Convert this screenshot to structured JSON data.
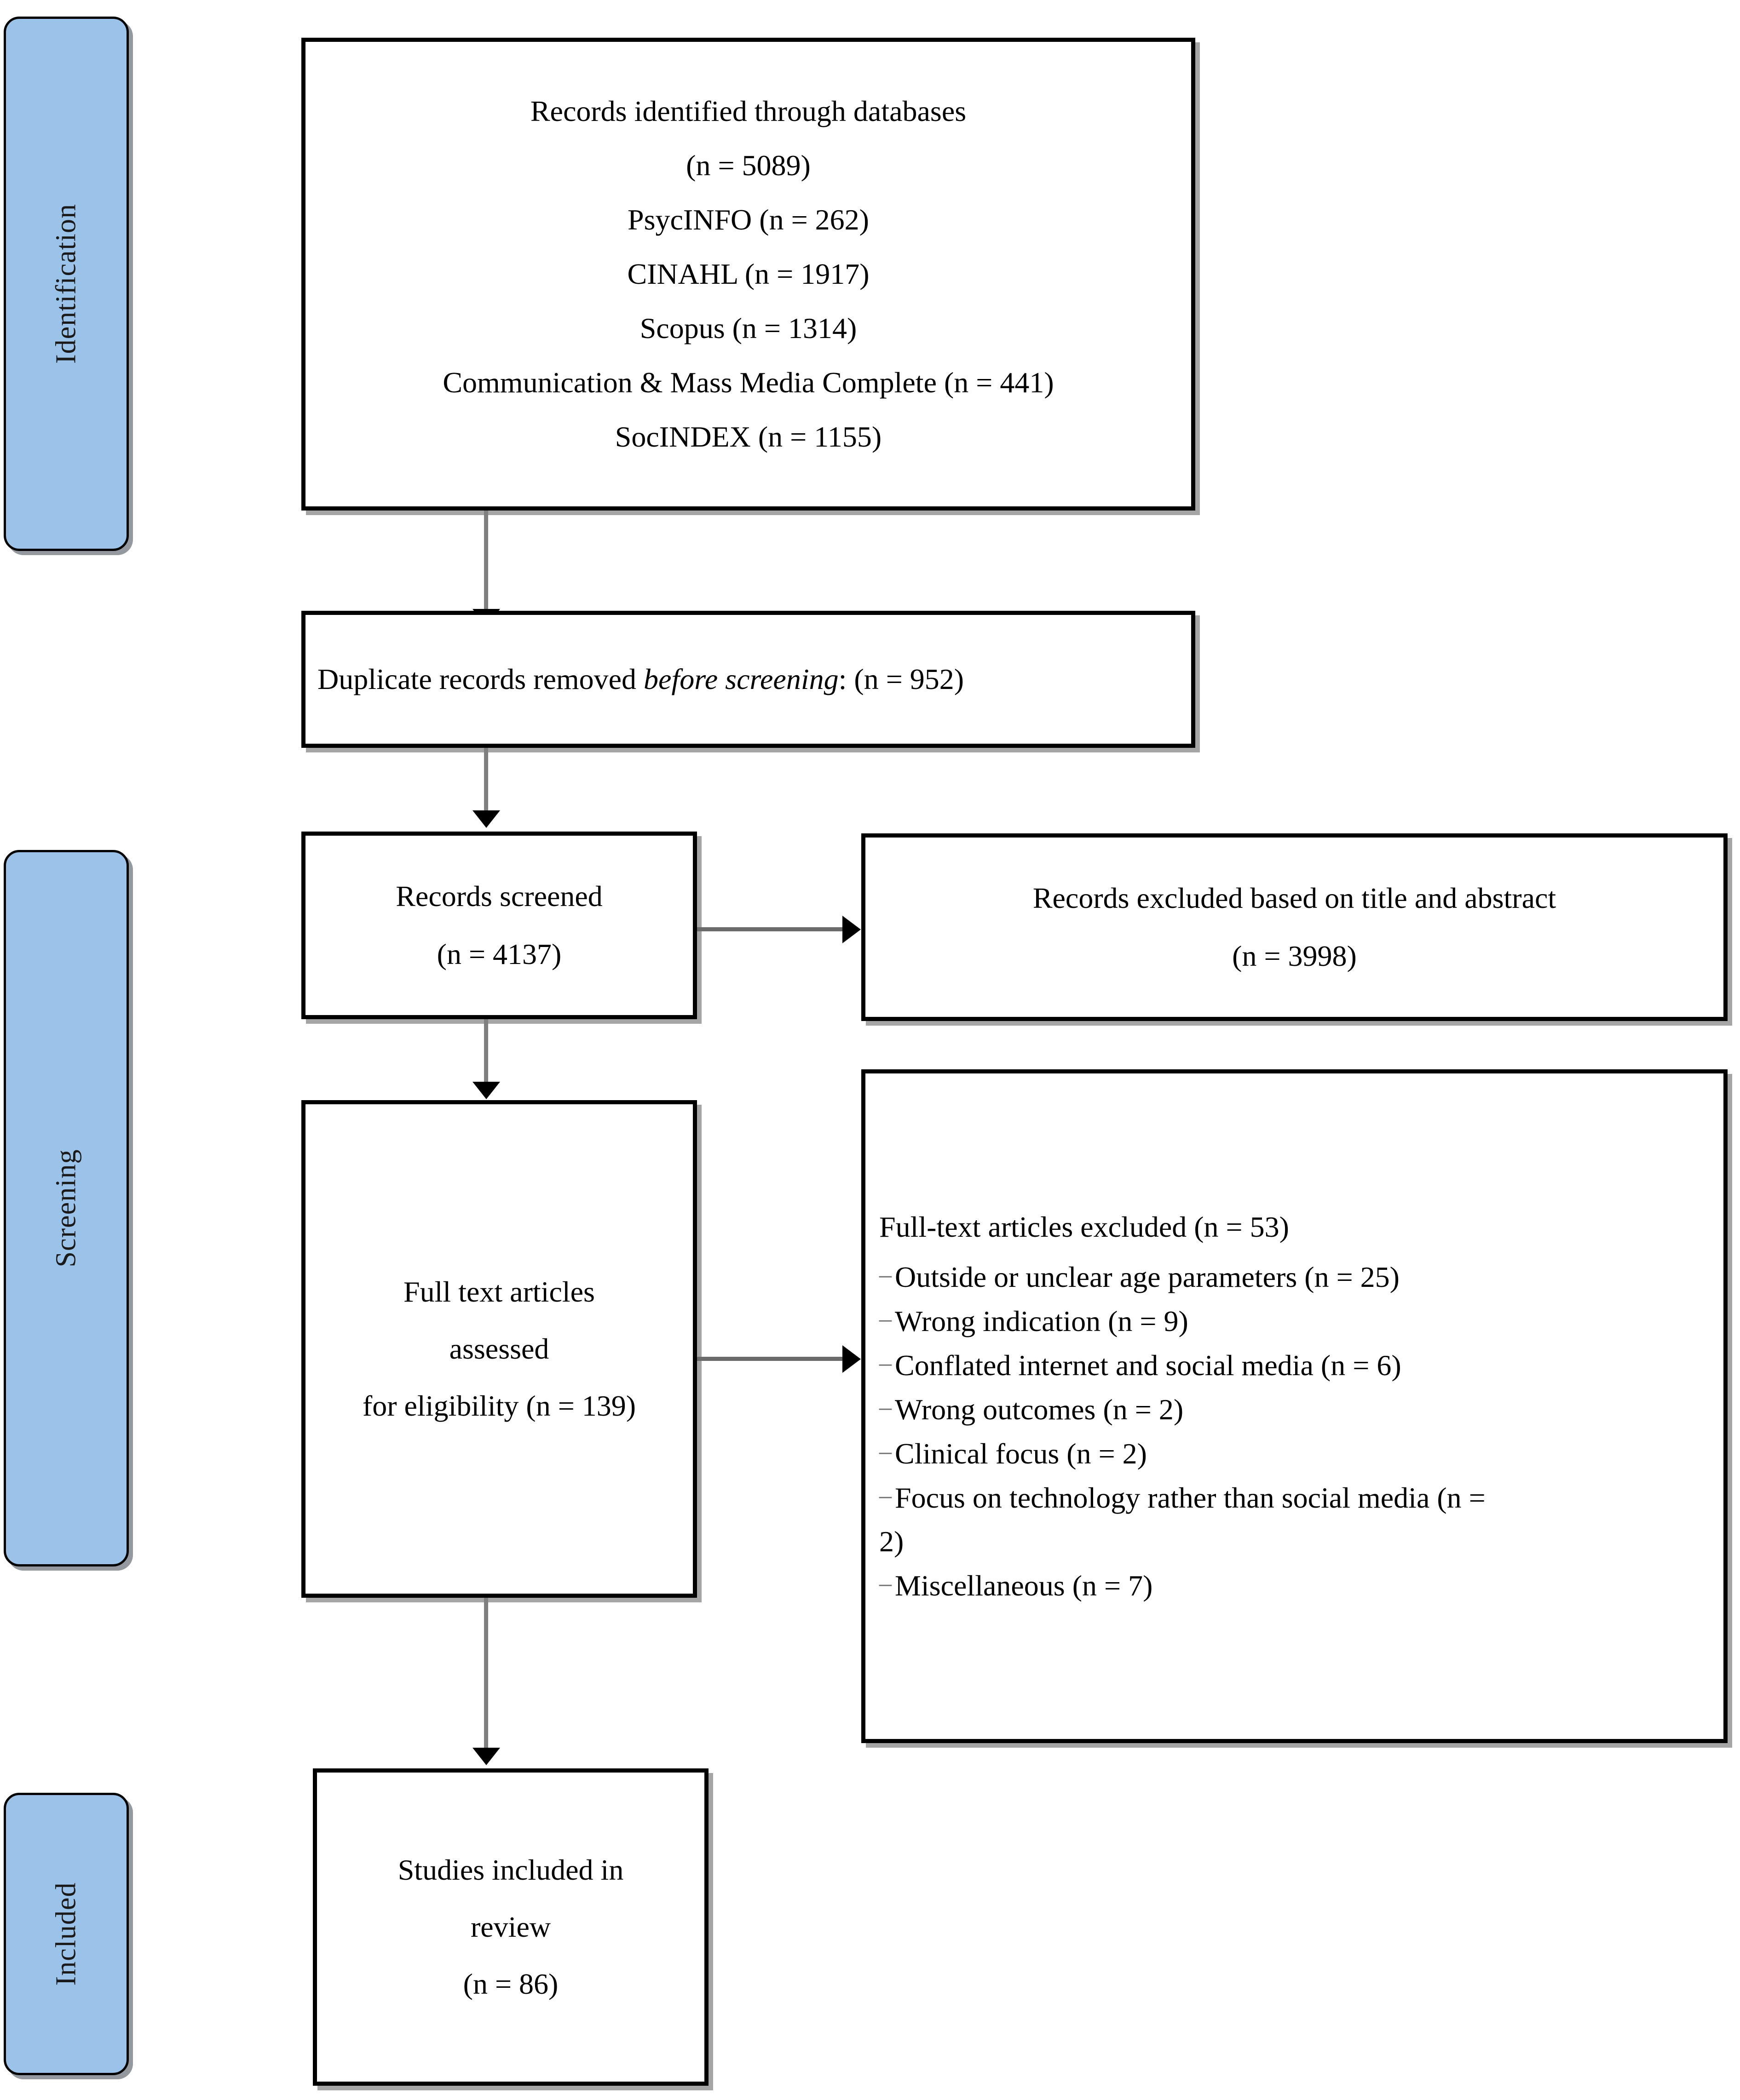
{
  "diagram": {
    "type": "PRISMA flow diagram",
    "accent_blue": "#9BC2E8",
    "border_color": "#000000",
    "arrow_color": "#7f7f7f"
  },
  "stages": [
    {
      "id": "identification",
      "label": "Identification"
    },
    {
      "id": "screening",
      "label": "Screening"
    },
    {
      "id": "included",
      "label": "Included"
    }
  ],
  "boxes": {
    "records_identified": {
      "lines": [
        "Records identified through databases",
        "(n = 5089)",
        "PsycINFO (n = 262)",
        "CINAHL (n = 1917)",
        "Scopus (n = 1314)",
        "Communication & Mass Media Complete (n = 441)",
        "SocINDEX (n = 1155)"
      ]
    },
    "duplicates_removed": {
      "prefix": "Duplicate records removed ",
      "emphasis": "before screening",
      "suffix": ": (n = 952)"
    },
    "records_screened": {
      "lines": [
        "Records screened",
        "(n = 4137)"
      ]
    },
    "records_excluded": {
      "lines": [
        "Records excluded based on title and abstract",
        "(n = 3998)"
      ]
    },
    "fulltext_assessed": {
      "lines": [
        "Full text articles",
        "assessed",
        "for eligibility (n = 139)"
      ]
    },
    "fulltext_excluded": {
      "heading": "Full-text articles excluded (n = 53)",
      "reasons": [
        "Outside or unclear age parameters (n = 25)",
        "Wrong indication (n = 9)",
        "Conflated internet and social media (n = 6)",
        "Wrong outcomes (n = 2)",
        "Clinical focus (n = 2)",
        "Focus on technology rather than social media (n = 2)",
        "Miscellaneous (n = 7)"
      ],
      "reason_6_line1": "Focus on technology rather than social media (n =",
      "reason_6_line2": "2)"
    },
    "studies_included": {
      "lines": [
        "Studies included in",
        "review",
        "(n = 86)"
      ]
    }
  }
}
